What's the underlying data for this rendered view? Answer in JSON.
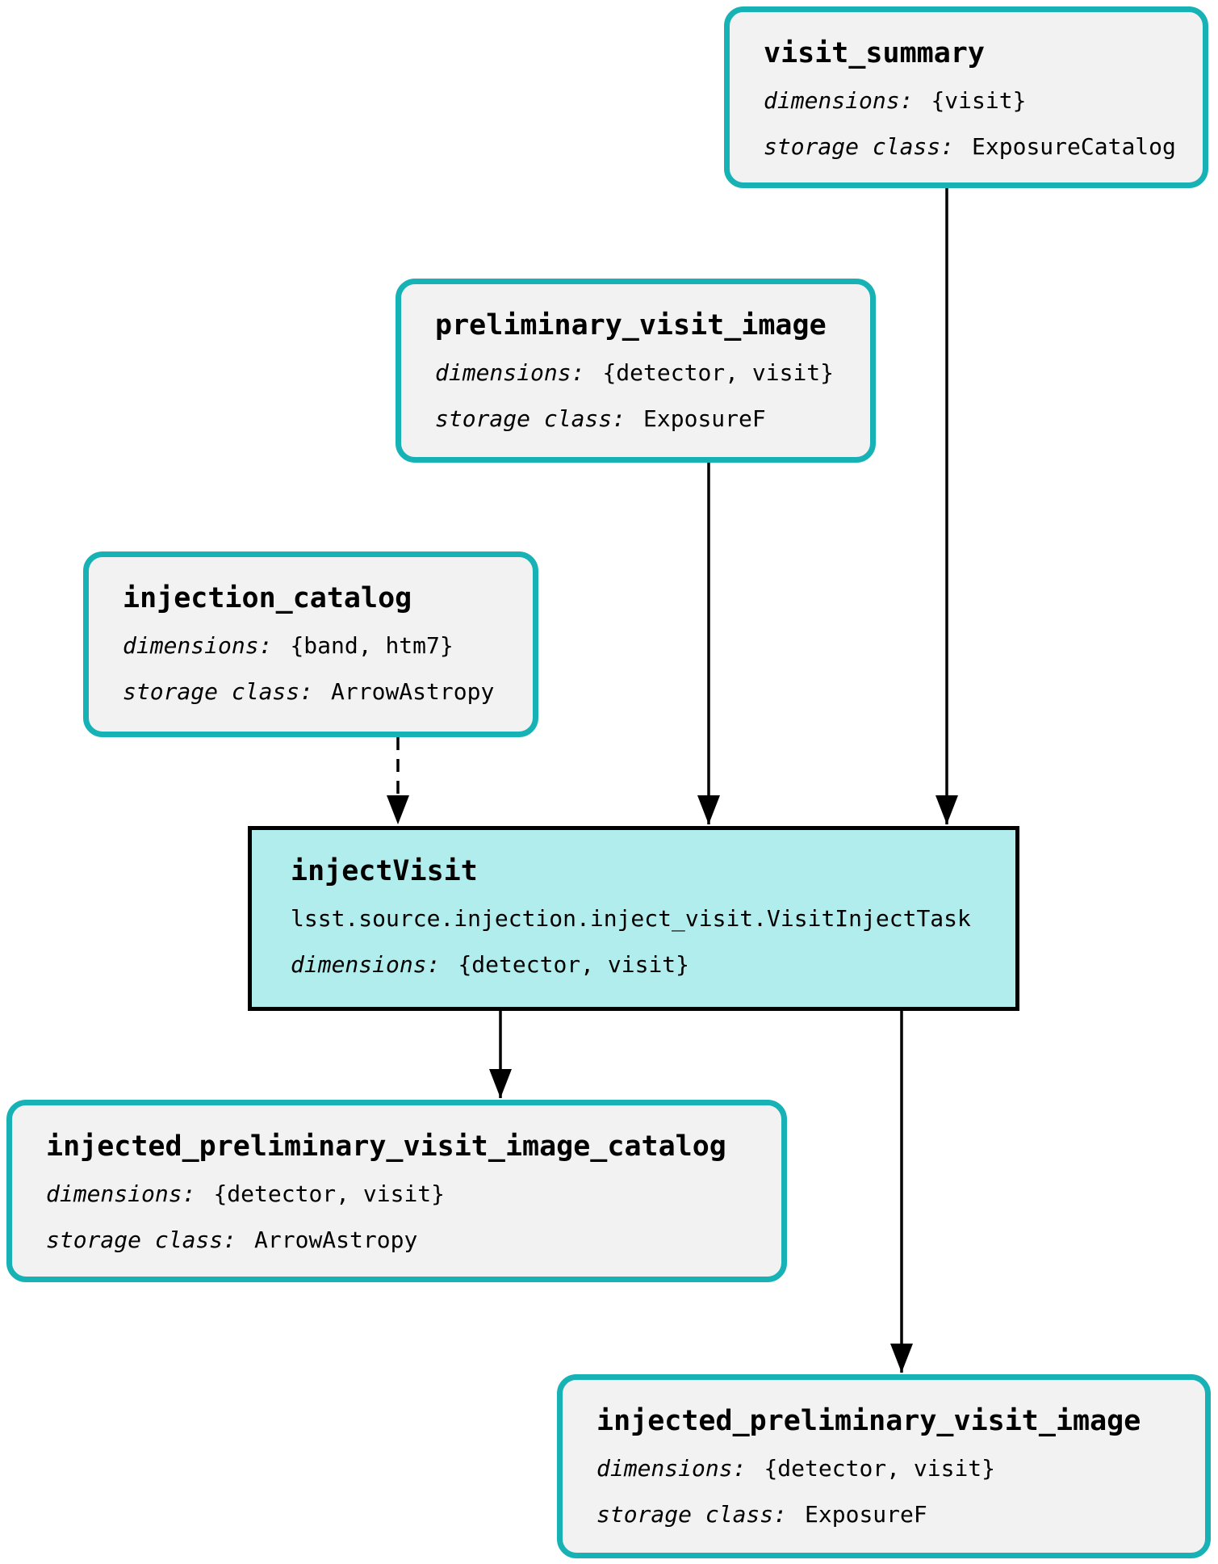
{
  "diagram": {
    "colors": {
      "dataset_border": "#17b2b6",
      "dataset_fill": "#f2f2f2",
      "task_fill": "#b2eded",
      "task_border": "#000000",
      "edge": "#000000"
    },
    "nodes": [
      {
        "id": "visit_summary",
        "kind": "dataset",
        "title": "visit_summary",
        "rows": [
          {
            "label": "dimensions:",
            "value": "{visit}"
          },
          {
            "label": "storage class:",
            "value": "ExposureCatalog"
          }
        ]
      },
      {
        "id": "preliminary_visit_image",
        "kind": "dataset",
        "title": "preliminary_visit_image",
        "rows": [
          {
            "label": "dimensions:",
            "value": "{detector, visit}"
          },
          {
            "label": "storage class:",
            "value": "ExposureF"
          }
        ]
      },
      {
        "id": "injection_catalog",
        "kind": "dataset",
        "title": "injection_catalog",
        "rows": [
          {
            "label": "dimensions:",
            "value": "{band, htm7}"
          },
          {
            "label": "storage class:",
            "value": "ArrowAstropy"
          }
        ]
      },
      {
        "id": "injectVisit",
        "kind": "task",
        "title": "injectVisit",
        "task_class": "lsst.source.injection.inject_visit.VisitInjectTask",
        "rows": [
          {
            "label": "dimensions:",
            "value": "{detector, visit}"
          }
        ]
      },
      {
        "id": "injected_preliminary_visit_image_catalog",
        "kind": "dataset",
        "title": "injected_preliminary_visit_image_catalog",
        "rows": [
          {
            "label": "dimensions:",
            "value": "{detector, visit}"
          },
          {
            "label": "storage class:",
            "value": "ArrowAstropy"
          }
        ]
      },
      {
        "id": "injected_preliminary_visit_image",
        "kind": "dataset",
        "title": "injected_preliminary_visit_image",
        "rows": [
          {
            "label": "dimensions:",
            "value": "{detector, visit}"
          },
          {
            "label": "storage class:",
            "value": "ExposureF"
          }
        ]
      }
    ],
    "edges": [
      {
        "from": "visit_summary",
        "to": "injectVisit",
        "style": "solid"
      },
      {
        "from": "preliminary_visit_image",
        "to": "injectVisit",
        "style": "solid"
      },
      {
        "from": "injection_catalog",
        "to": "injectVisit",
        "style": "dashed"
      },
      {
        "from": "injectVisit",
        "to": "injected_preliminary_visit_image_catalog",
        "style": "solid"
      },
      {
        "from": "injectVisit",
        "to": "injected_preliminary_visit_image",
        "style": "solid"
      }
    ]
  }
}
